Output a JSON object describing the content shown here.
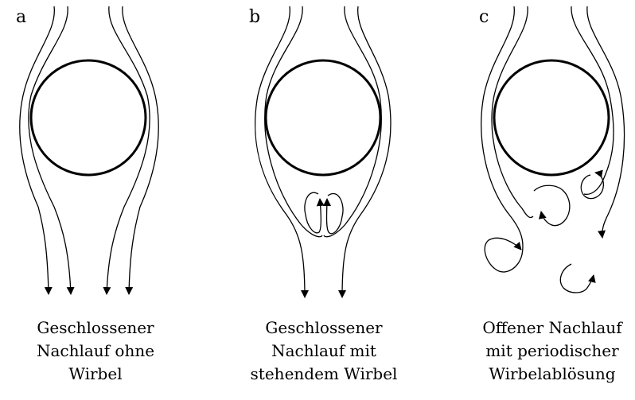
{
  "panels": [
    {
      "letter": "a",
      "caption": [
        "Geschlossener",
        "Nachlauf ohne",
        "Wirbel"
      ]
    },
    {
      "letter": "b",
      "caption": [
        "Geschlossener",
        "Nachlauf mit",
        "stehendem Wirbel"
      ]
    },
    {
      "letter": "c",
      "caption": [
        "Offener Nachlauf",
        "mit periodischer",
        "Wirbelablösung"
      ]
    }
  ]
}
